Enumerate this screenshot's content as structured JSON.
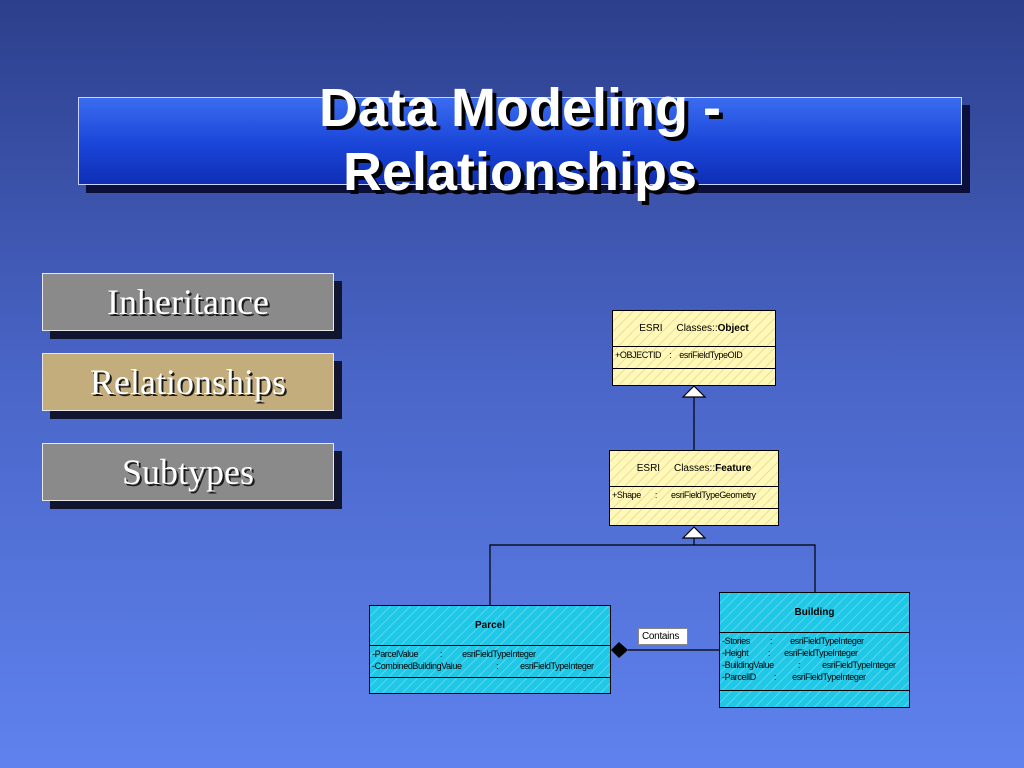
{
  "title": "Data Modeling -\nRelationships",
  "nav": {
    "inheritance": "Inheritance",
    "relationships": "Relationships",
    "subtypes": "Subtypes"
  },
  "diagram": {
    "object": {
      "stereotype": "ESRI     Classes::",
      "name": "Object",
      "attributes": [
        {
          "name": "+OBJECTID",
          "sep": ":",
          "type": "esriFieldTypeOID"
        }
      ]
    },
    "feature": {
      "stereotype": "ESRI     Classes::",
      "name": "Feature",
      "attributes": [
        {
          "name": "+Shape",
          "sep": ":",
          "type": "esriFieldTypeGeometry"
        }
      ]
    },
    "parcel": {
      "name": "Parcel",
      "attributes": [
        {
          "name": "-ParcelValue",
          "sep": ":",
          "type": "esriFieldTypeInteger"
        },
        {
          "name": "-CombinedBuildingValue",
          "sep": ":",
          "type": "esriFieldTypeInteger"
        }
      ]
    },
    "building": {
      "name": "Building",
      "attributes": [
        {
          "name": "-Stories",
          "sep": ":",
          "type": "esriFieldTypeInteger"
        },
        {
          "name": "-Height",
          "sep": ":",
          "type": "esriFieldTypeInteger"
        },
        {
          "name": "-BuildingValue",
          "sep": ":",
          "type": "esriFieldTypeInteger"
        },
        {
          "name": "-ParcelID",
          "sep": ":",
          "type": "esriFieldTypeInteger"
        }
      ]
    },
    "relationship_label": "Contains"
  },
  "colors": {
    "title_box": "#1a45d8",
    "nav_active": "#c4ad7c",
    "nav_inactive": "#8a8a8a",
    "class_yellow": "#fff8b8",
    "class_cyan": "#1ec8e6"
  }
}
